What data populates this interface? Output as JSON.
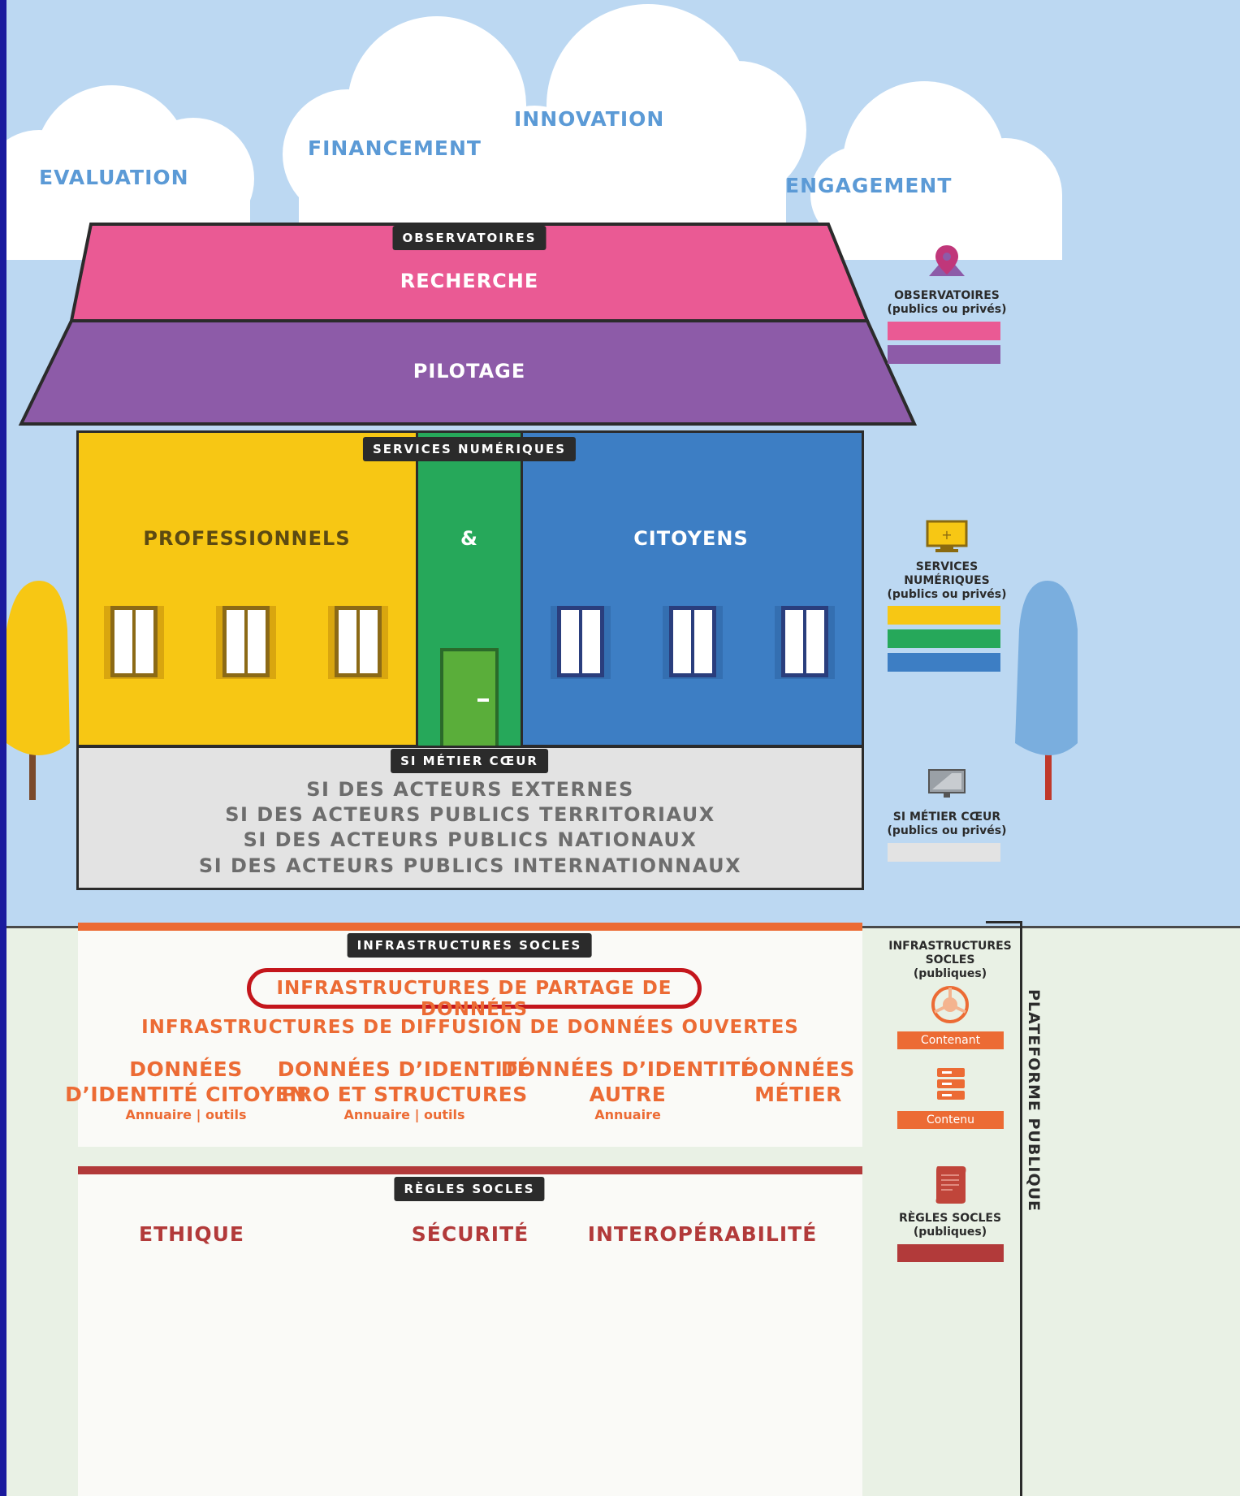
{
  "clouds": {
    "evaluation": "EVALUATION",
    "financement": "FINANCEMENT",
    "innovation": "INNOVATION",
    "engagement": "ENGAGEMENT"
  },
  "roof": {
    "tag": "OBSERVATOIRES",
    "recherche": "RECHERCHE",
    "pilotage": "PILOTAGE"
  },
  "services": {
    "tag": "SERVICES NUMÉRIQUES",
    "professionnels": "PROFESSIONNELS",
    "ampersand": "&",
    "citoyens": "CITOYENS"
  },
  "si": {
    "tag": "SI MÉTIER CŒUR",
    "lines": [
      "SI DES ACTEURS EXTERNES",
      "SI DES ACTEURS PUBLICS TERRITORIAUX",
      "SI DES ACTEURS PUBLICS NATIONAUX",
      "SI DES ACTEURS PUBLICS INTERNATIONNAUX"
    ]
  },
  "infra": {
    "tag": "INFRASTRUCTURES SOCLES",
    "partage": "INFRASTRUCTURES DE PARTAGE DE DONNÉES",
    "diffusion": "INFRASTRUCTURES DE DIFFUSION DE DONNÉES OUVERTES",
    "columns": [
      {
        "line1": "DONNÉES",
        "line2": "D’IDENTITÉ CITOYEN",
        "sub": "Annuaire | outils"
      },
      {
        "line1": "DONNÉES D’IDENTITÉ",
        "line2": "PRO ET STRUCTURES",
        "sub": "Annuaire | outils"
      },
      {
        "line1": "DONNÉES D’IDENTITÉ",
        "line2": "AUTRE",
        "sub": "Annuaire"
      },
      {
        "line1": "DONNÉES",
        "line2": "MÉTIER",
        "sub": ""
      }
    ]
  },
  "rules": {
    "tag": "RÈGLES SOCLES",
    "items": [
      "ETHIQUE",
      "SÉCURITÉ",
      "INTEROPÉRABILITÉ"
    ]
  },
  "legend": {
    "observatoires": {
      "line1": "OBSERVATOIRES",
      "line2": "(publics ou privés)"
    },
    "services": {
      "line1": "SERVICES",
      "line2": "NUMÉRIQUES",
      "line3": "(publics ou privés)"
    },
    "si": {
      "line1": "SI MÉTIER CŒUR",
      "line2": "(publics ou privés)"
    },
    "infra": {
      "line1": "INFRASTRUCTURES",
      "line2": "SOCLES",
      "line3": "(publiques)",
      "contenant": "Contenant",
      "contenu": "Contenu"
    },
    "regles": {
      "line1": "RÈGLES SOCLES",
      "line2": "(publiques)"
    },
    "plateforme": "PLATEFORME PUBLIQUE"
  },
  "colors": {
    "pink": "#ea5a94",
    "purple": "#8d5ba8",
    "yellow": "#f7c714",
    "green": "#26a85a",
    "blue": "#3d7ec4",
    "grey": "#e3e3e3",
    "orange": "#ec6b34",
    "red": "#b23a3a",
    "highlight": "#c4161c"
  }
}
